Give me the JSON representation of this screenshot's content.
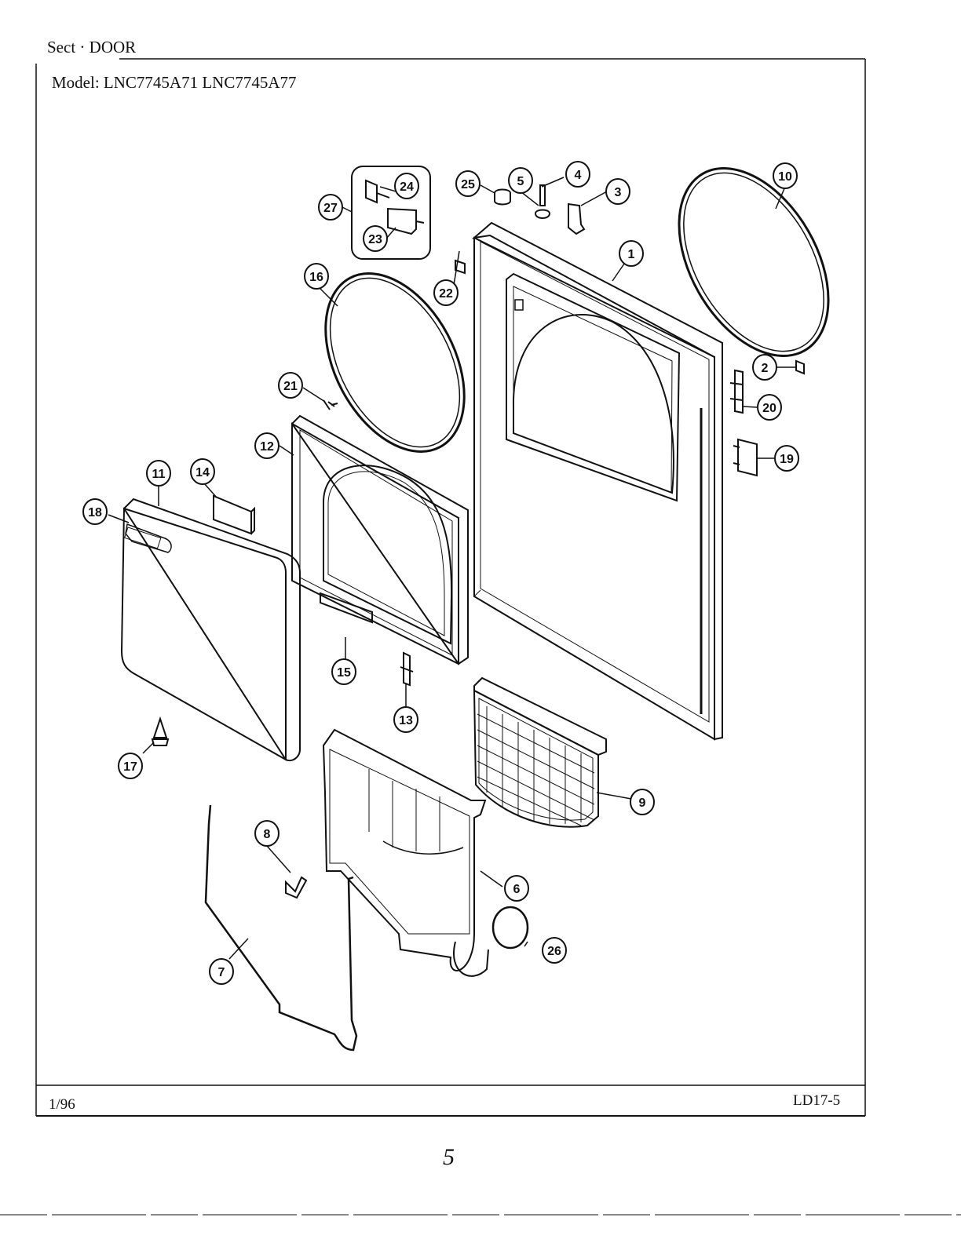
{
  "header": {
    "section": "Sect · DOOR",
    "model": "Model: LNC7745A71  LNC7745A77"
  },
  "footer": {
    "date": "1/96",
    "code": "LD17-5",
    "page_number": "5"
  },
  "callouts": [
    "1",
    "2",
    "3",
    "4",
    "5",
    "6",
    "7",
    "8",
    "9",
    "10",
    "11",
    "12",
    "13",
    "14",
    "15",
    "16",
    "17",
    "18",
    "19",
    "20",
    "21",
    "22",
    "23",
    "24",
    "25",
    "26",
    "27"
  ]
}
